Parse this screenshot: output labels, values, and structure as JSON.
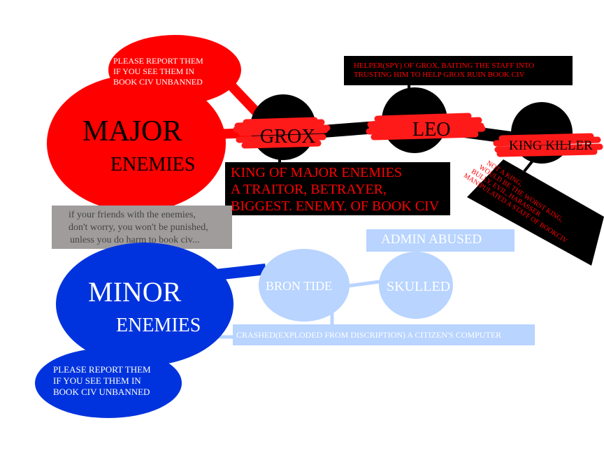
{
  "major": {
    "title": "MAJOR",
    "subtitle": "ENEMIES",
    "report_bubble": [
      "PLEASE REPORT THEM",
      "IF YOU SEE THEM IN",
      "BOOK CIV UNBANNED"
    ],
    "color": "#ff0000"
  },
  "grox": {
    "name": "GROX",
    "description": [
      "KING OF MAJOR ENEMIES",
      "A TRAITOR, BETRAYER,",
      "BIGGEST. ENEMY. OF BOOK CIV"
    ]
  },
  "leo": {
    "name": "LEO",
    "description": [
      "HELPER(SPY) OF GROX, BAITING THE STAFF INTO",
      "TRUSTING HIM TO HELP GROX RUIN BOOK CIV"
    ]
  },
  "king_killer": {
    "name": "KING KILLER",
    "description": [
      "NOT A KING,",
      "WOULD BE THE WORST KING,",
      "BULLY, EVIL, HARASSER",
      "MANIPULATED A STAFF OF BOOKCIV"
    ]
  },
  "friends_note": [
    "if your friends with the enemies,",
    "don't worry, you won't be punished,",
    "unless you do harm to book civ..."
  ],
  "minor": {
    "title": "MINOR",
    "subtitle": "ENEMIES",
    "report_bubble": [
      "PLEASE REPORT THEM",
      "IF YOU SEE THEM IN",
      "BOOK CIV UNBANNED"
    ],
    "color": "#0033dd"
  },
  "bron_tide": {
    "name": "BRON TIDE",
    "description": "CRASHED(EXPLODED FROM DISCRIPTION) A CITIZEN'S COMPUTER"
  },
  "skulled": {
    "name": "SKULLED",
    "description": "ADMIN ABUSED"
  },
  "colors": {
    "major_red": "#ff0000",
    "minor_blue": "#0033dd",
    "minor_light": "#b8d4ff",
    "black": "#000000",
    "note_gray": "#a09c9c"
  }
}
